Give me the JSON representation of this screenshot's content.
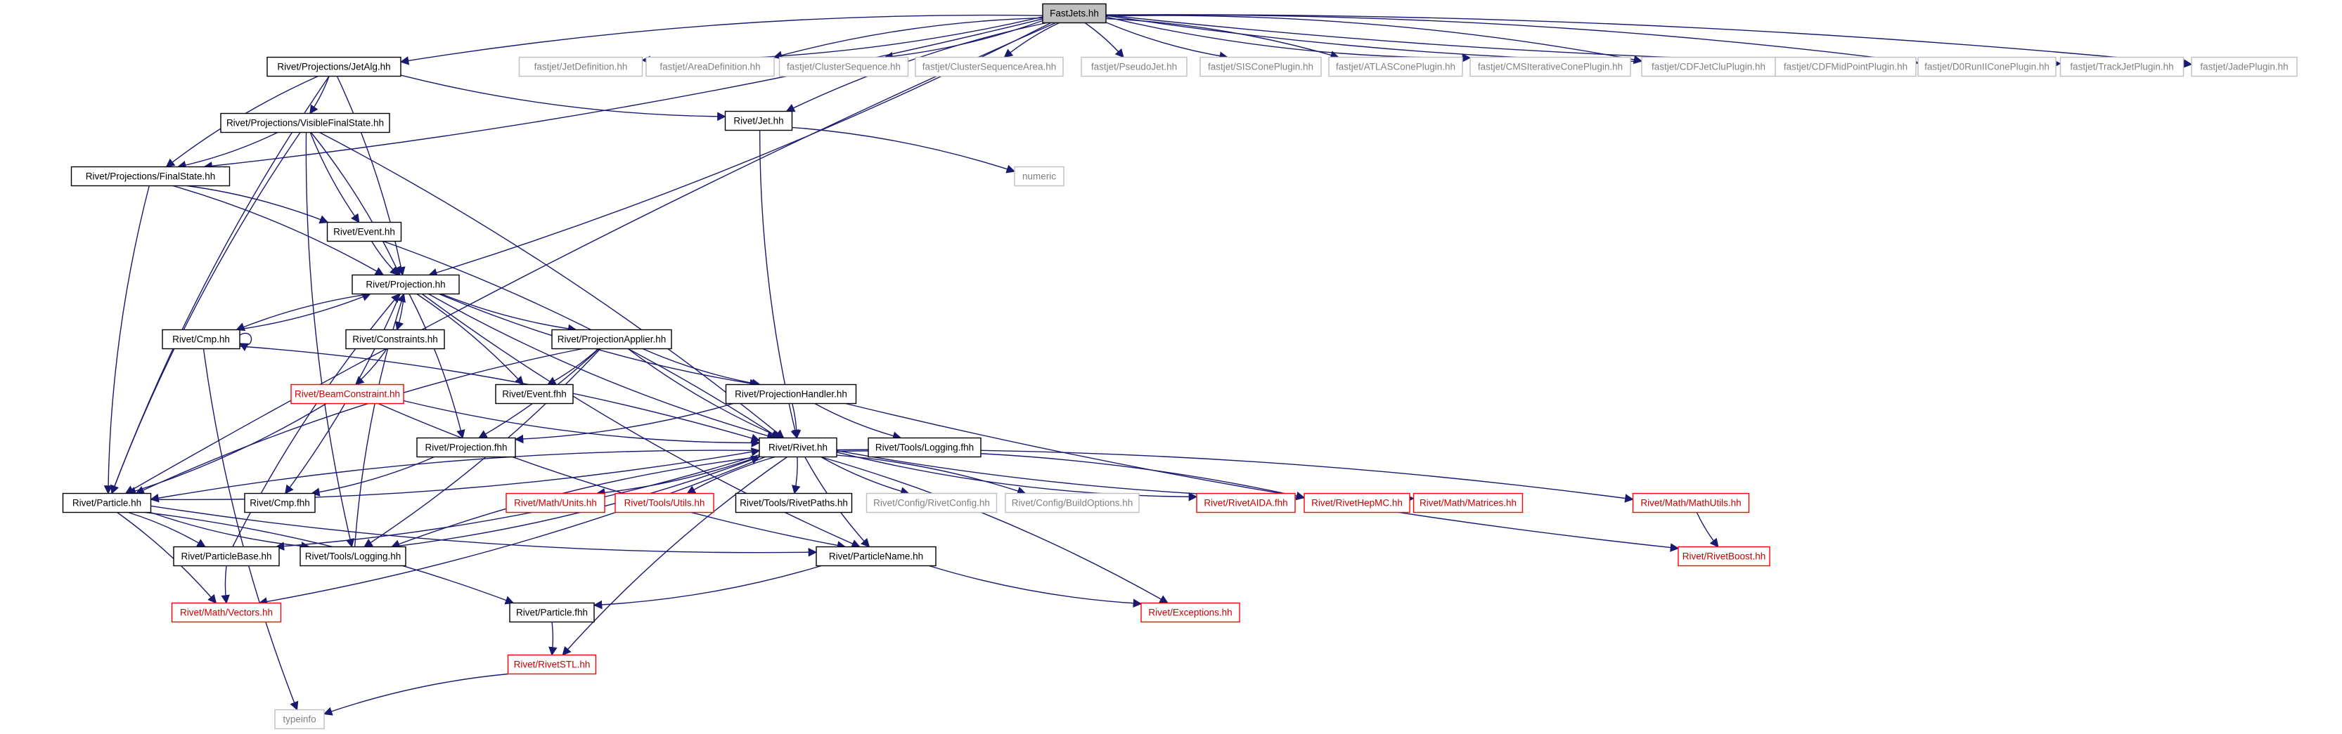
{
  "colors": {
    "root_fill": "#bfbfbf",
    "node_fill": "#ffffff",
    "documented_border": "#000000",
    "missing_border": "#bfbfbf",
    "error_border": "#ff0000",
    "text_default": "#000000",
    "text_missing": "#808080",
    "text_error": "#cc0000",
    "edge": "#191970"
  },
  "nodes": [
    {
      "id": "fastjets",
      "label": "FastJets.hh",
      "kind": "root"
    },
    {
      "id": "jetalg",
      "label": "Rivet/Projections/JetAlg.hh",
      "kind": "doc"
    },
    {
      "id": "fj_jetdef",
      "label": "fastjet/JetDefinition.hh",
      "kind": "missing"
    },
    {
      "id": "fj_areadef",
      "label": "fastjet/AreaDefinition.hh",
      "kind": "missing"
    },
    {
      "id": "fj_cs",
      "label": "fastjet/ClusterSequence.hh",
      "kind": "missing"
    },
    {
      "id": "fj_csa",
      "label": "fastjet/ClusterSequenceArea.hh",
      "kind": "missing"
    },
    {
      "id": "fj_pj",
      "label": "fastjet/PseudoJet.hh",
      "kind": "missing"
    },
    {
      "id": "fj_sis",
      "label": "fastjet/SISConePlugin.hh",
      "kind": "missing"
    },
    {
      "id": "fj_atlas",
      "label": "fastjet/ATLASConePlugin.hh",
      "kind": "missing"
    },
    {
      "id": "fj_cms",
      "label": "fastjet/CMSIterativeConePlugin.hh",
      "kind": "missing"
    },
    {
      "id": "fj_cdfjc",
      "label": "fastjet/CDFJetCluPlugin.hh",
      "kind": "missing"
    },
    {
      "id": "fj_cdfmp",
      "label": "fastjet/CDFMidPointPlugin.hh",
      "kind": "missing"
    },
    {
      "id": "fj_d0",
      "label": "fastjet/D0RunIIConePlugin.hh",
      "kind": "missing"
    },
    {
      "id": "fj_track",
      "label": "fastjet/TrackJetPlugin.hh",
      "kind": "missing"
    },
    {
      "id": "fj_jade",
      "label": "fastjet/JadePlugin.hh",
      "kind": "missing"
    },
    {
      "id": "jet",
      "label": "Rivet/Jet.hh",
      "kind": "doc"
    },
    {
      "id": "numeric",
      "label": "numeric",
      "kind": "missing"
    },
    {
      "id": "vfs",
      "label": "Rivet/Projections/VisibleFinalState.hh",
      "kind": "doc"
    },
    {
      "id": "fs",
      "label": "Rivet/Projections/FinalState.hh",
      "kind": "doc"
    },
    {
      "id": "event",
      "label": "Rivet/Event.hh",
      "kind": "doc"
    },
    {
      "id": "projection",
      "label": "Rivet/Projection.hh",
      "kind": "doc"
    },
    {
      "id": "cmp",
      "label": "Rivet/Cmp.hh",
      "kind": "doc"
    },
    {
      "id": "constraints",
      "label": "Rivet/Constraints.hh",
      "kind": "doc"
    },
    {
      "id": "papplier",
      "label": "Rivet/ProjectionApplier.hh",
      "kind": "doc"
    },
    {
      "id": "beamc",
      "label": "Rivet/BeamConstraint.hh",
      "kind": "error"
    },
    {
      "id": "eventfhh",
      "label": "Rivet/Event.fhh",
      "kind": "doc"
    },
    {
      "id": "phandler",
      "label": "Rivet/ProjectionHandler.hh",
      "kind": "doc"
    },
    {
      "id": "projfhh",
      "label": "Rivet/Projection.fhh",
      "kind": "doc"
    },
    {
      "id": "rivet",
      "label": "Rivet/Rivet.hh",
      "kind": "doc"
    },
    {
      "id": "logfhh",
      "label": "Rivet/Tools/Logging.fhh",
      "kind": "doc"
    },
    {
      "id": "cmpfhh",
      "label": "Rivet/Cmp.fhh",
      "kind": "doc"
    },
    {
      "id": "particle",
      "label": "Rivet/Particle.hh",
      "kind": "doc"
    },
    {
      "id": "units",
      "label": "Rivet/Math/Units.hh",
      "kind": "error"
    },
    {
      "id": "utils",
      "label": "Rivet/Tools/Utils.hh",
      "kind": "error"
    },
    {
      "id": "paths",
      "label": "Rivet/Tools/RivetPaths.hh",
      "kind": "doc"
    },
    {
      "id": "rconfig",
      "label": "Rivet/Config/RivetConfig.hh",
      "kind": "missing"
    },
    {
      "id": "bconfig",
      "label": "Rivet/Config/BuildOptions.hh",
      "kind": "missing"
    },
    {
      "id": "aida",
      "label": "Rivet/RivetAIDA.fhh",
      "kind": "error"
    },
    {
      "id": "hepmc",
      "label": "Rivet/RivetHepMC.hh",
      "kind": "error"
    },
    {
      "id": "matrices",
      "label": "Rivet/Math/Matrices.hh",
      "kind": "error"
    },
    {
      "id": "mathutils",
      "label": "Rivet/Math/MathUtils.hh",
      "kind": "error"
    },
    {
      "id": "pbase",
      "label": "Rivet/ParticleBase.hh",
      "kind": "doc"
    },
    {
      "id": "logging",
      "label": "Rivet/Tools/Logging.hh",
      "kind": "doc"
    },
    {
      "id": "pname",
      "label": "Rivet/ParticleName.hh",
      "kind": "doc"
    },
    {
      "id": "boost",
      "label": "Rivet/RivetBoost.hh",
      "kind": "error"
    },
    {
      "id": "vectors",
      "label": "Rivet/Math/Vectors.hh",
      "kind": "error"
    },
    {
      "id": "particlefhh",
      "label": "Rivet/Particle.fhh",
      "kind": "doc"
    },
    {
      "id": "exceptions",
      "label": "Rivet/Exceptions.hh",
      "kind": "error"
    },
    {
      "id": "stl",
      "label": "Rivet/RivetSTL.hh",
      "kind": "error"
    },
    {
      "id": "typeinfo",
      "label": "typeinfo",
      "kind": "missing"
    }
  ],
  "edges": [
    [
      "fastjets",
      "jetalg"
    ],
    [
      "fastjets",
      "fj_jetdef"
    ],
    [
      "fastjets",
      "fj_areadef"
    ],
    [
      "fastjets",
      "fj_cs"
    ],
    [
      "fastjets",
      "fj_csa"
    ],
    [
      "fastjets",
      "fj_pj"
    ],
    [
      "fastjets",
      "fj_sis"
    ],
    [
      "fastjets",
      "fj_atlas"
    ],
    [
      "fastjets",
      "fj_cms"
    ],
    [
      "fastjets",
      "fj_cdfjc"
    ],
    [
      "fastjets",
      "fj_cdfmp"
    ],
    [
      "fastjets",
      "fj_d0"
    ],
    [
      "fastjets",
      "fj_track"
    ],
    [
      "fastjets",
      "fj_jade"
    ],
    [
      "fastjets",
      "jet"
    ],
    [
      "fastjets",
      "fs"
    ],
    [
      "fastjets",
      "particle"
    ],
    [
      "fastjets",
      "projection"
    ],
    [
      "jetalg",
      "jet"
    ],
    [
      "jetalg",
      "vfs"
    ],
    [
      "jetalg",
      "fs"
    ],
    [
      "jetalg",
      "projection"
    ],
    [
      "jetalg",
      "particle"
    ],
    [
      "jet",
      "numeric"
    ],
    [
      "jet",
      "rivet"
    ],
    [
      "vfs",
      "fs"
    ],
    [
      "vfs",
      "event"
    ],
    [
      "vfs",
      "projection"
    ],
    [
      "vfs",
      "particle"
    ],
    [
      "vfs",
      "rivet"
    ],
    [
      "vfs",
      "logging"
    ],
    [
      "fs",
      "projection"
    ],
    [
      "fs",
      "particle"
    ],
    [
      "fs",
      "event"
    ],
    [
      "event",
      "projection"
    ],
    [
      "event",
      "rivet"
    ],
    [
      "projection",
      "cmp"
    ],
    [
      "projection",
      "constraints"
    ],
    [
      "projection",
      "papplier"
    ],
    [
      "projection",
      "eventfhh"
    ],
    [
      "projection",
      "phandler"
    ],
    [
      "projection",
      "projfhh"
    ],
    [
      "projection",
      "rivet"
    ],
    [
      "projection",
      "cmpfhh"
    ],
    [
      "projection",
      "pname"
    ],
    [
      "cmp",
      "cmp"
    ],
    [
      "cmp",
      "projection"
    ],
    [
      "cmp",
      "rivet"
    ],
    [
      "cmp",
      "typeinfo"
    ],
    [
      "constraints",
      "beamc"
    ],
    [
      "beamc",
      "rivet"
    ],
    [
      "beamc",
      "particle"
    ],
    [
      "beamc",
      "pname"
    ],
    [
      "papplier",
      "eventfhh"
    ],
    [
      "papplier",
      "phandler"
    ],
    [
      "papplier",
      "projfhh"
    ],
    [
      "papplier",
      "rivet"
    ],
    [
      "papplier",
      "logging"
    ],
    [
      "papplier",
      "particle"
    ],
    [
      "phandler",
      "rivet"
    ],
    [
      "phandler",
      "logfhh"
    ],
    [
      "phandler",
      "projfhh"
    ],
    [
      "phandler",
      "boost"
    ],
    [
      "projfhh",
      "cmpfhh"
    ],
    [
      "rivet",
      "particle"
    ],
    [
      "rivet",
      "units"
    ],
    [
      "rivet",
      "utils"
    ],
    [
      "rivet",
      "paths"
    ],
    [
      "rivet",
      "rconfig"
    ],
    [
      "rivet",
      "bconfig"
    ],
    [
      "rivet",
      "aida"
    ],
    [
      "rivet",
      "hepmc"
    ],
    [
      "rivet",
      "matrices"
    ],
    [
      "rivet",
      "mathutils"
    ],
    [
      "rivet",
      "pname"
    ],
    [
      "rivet",
      "exceptions"
    ],
    [
      "rivet",
      "stl"
    ],
    [
      "rivet",
      "vectors"
    ],
    [
      "rivet",
      "logging"
    ],
    [
      "rivet",
      "pbase"
    ],
    [
      "particle",
      "rivet"
    ],
    [
      "particle",
      "pbase"
    ],
    [
      "particle",
      "logging"
    ],
    [
      "particle",
      "vectors"
    ],
    [
      "particle",
      "pname"
    ],
    [
      "particle",
      "particlefhh"
    ],
    [
      "pbase",
      "vectors"
    ],
    [
      "pbase",
      "projection"
    ],
    [
      "logging",
      "rivet"
    ],
    [
      "logging",
      "projection"
    ],
    [
      "mathutils",
      "boost"
    ],
    [
      "pname",
      "particlefhh"
    ],
    [
      "pname",
      "exceptions"
    ],
    [
      "particlefhh",
      "stl"
    ],
    [
      "stl",
      "typeinfo"
    ]
  ]
}
